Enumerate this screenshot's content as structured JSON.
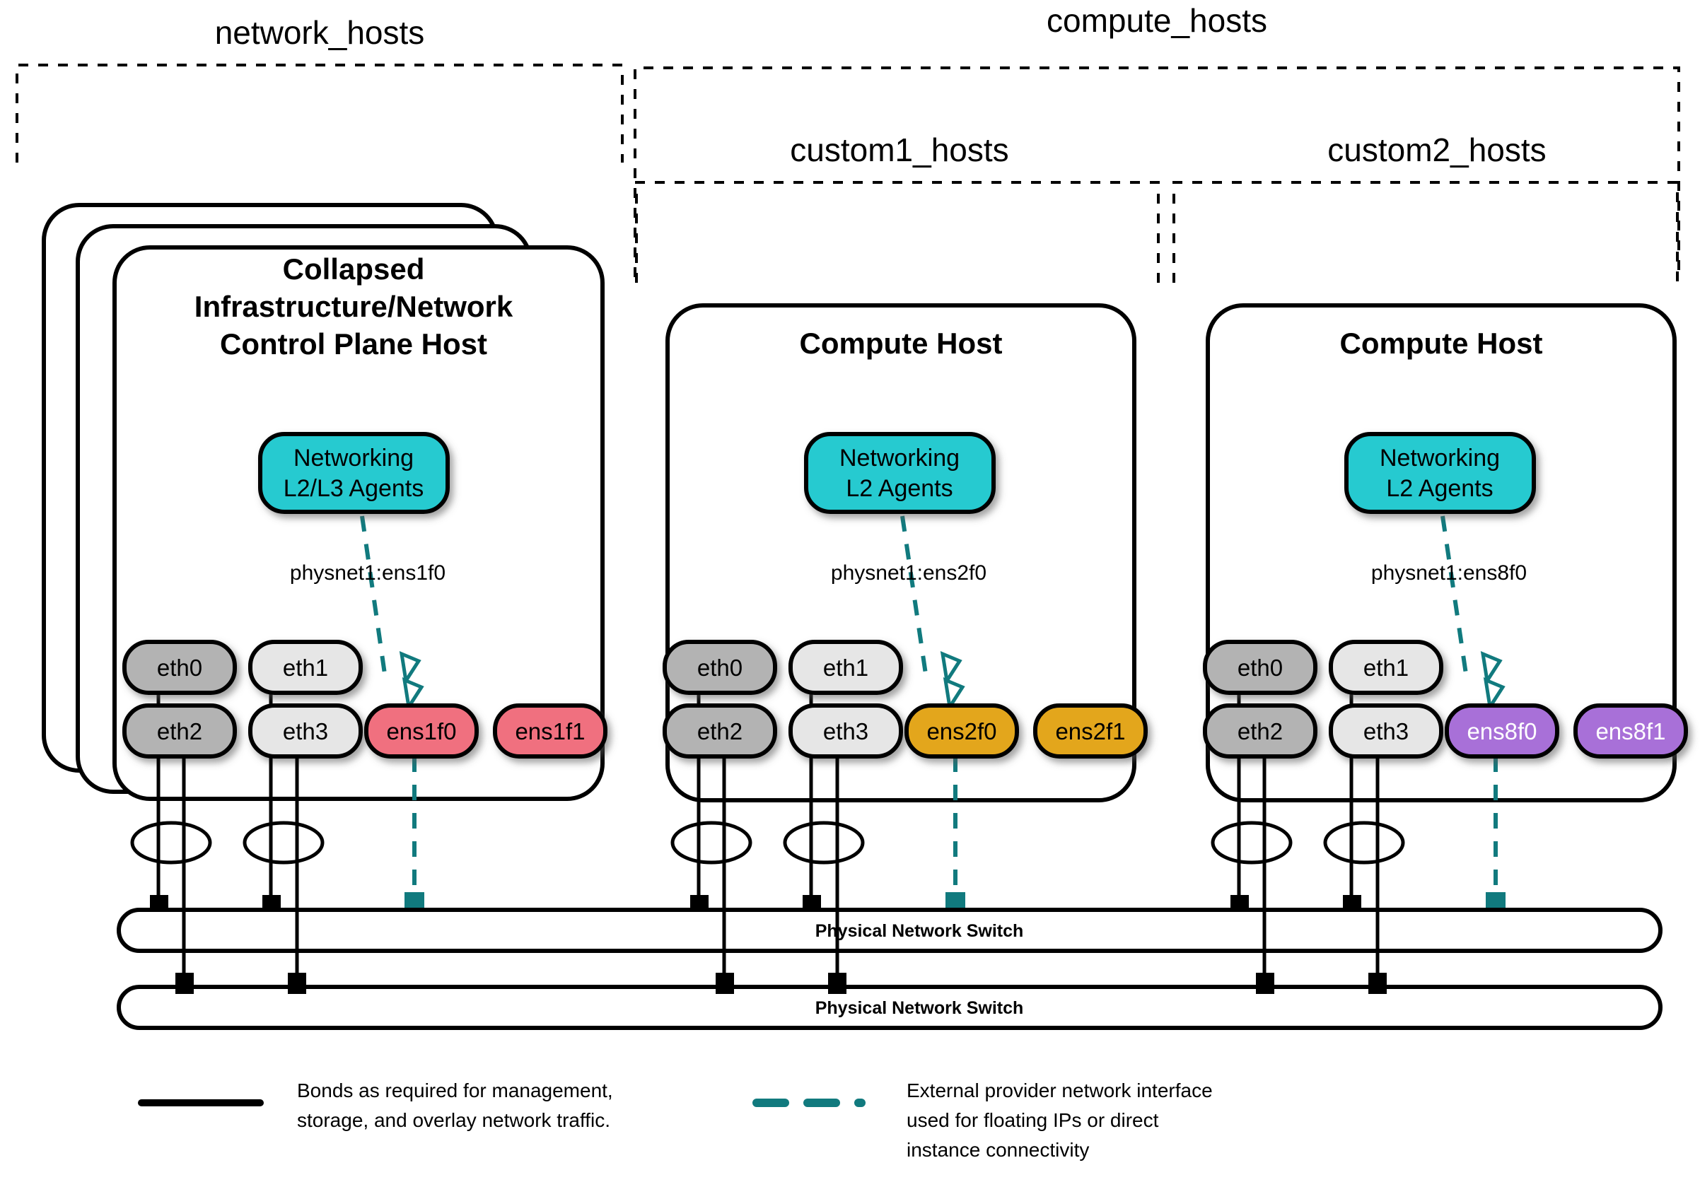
{
  "diagram": {
    "title_note": "OpenStack network host NIC layout diagram",
    "groups": [
      {
        "key": "network_hosts",
        "label": "network_hosts"
      },
      {
        "key": "compute_hosts",
        "label": "compute_hosts"
      },
      {
        "key": "custom1_hosts",
        "label": "custom1_hosts"
      },
      {
        "key": "custom2_hosts",
        "label": "custom2_hosts"
      }
    ],
    "hosts": [
      {
        "id": "control",
        "title_lines": [
          "Collapsed",
          "Infrastructure/Network",
          "Control Plane Host"
        ],
        "stacked": true,
        "agent": {
          "lines": [
            "Networking",
            "L2/L3 Agents"
          ],
          "color": "#25CAD0"
        },
        "physnet": "physnet1:ens1f0",
        "nics_top": [
          {
            "name": "eth0",
            "color": "#B3B3B3",
            "text": "#000000"
          },
          {
            "name": "eth1",
            "color": "#E6E6E6",
            "text": "#000000"
          }
        ],
        "nics_bottom": [
          {
            "name": "eth2",
            "color": "#B3B3B3",
            "text": "#000000"
          },
          {
            "name": "eth3",
            "color": "#E6E6E6",
            "text": "#000000"
          },
          {
            "name": "ens1f0",
            "color": "#F0707F",
            "text": "#000000"
          },
          {
            "name": "ens1f1",
            "color": "#F0707F",
            "text": "#000000"
          }
        ]
      },
      {
        "id": "compute1",
        "title_lines": [
          "Compute Host"
        ],
        "stacked": false,
        "agent": {
          "lines": [
            "Networking",
            "L2 Agents"
          ],
          "color": "#25CAD0"
        },
        "physnet": "physnet1:ens2f0",
        "nics_top": [
          {
            "name": "eth0",
            "color": "#B3B3B3",
            "text": "#000000"
          },
          {
            "name": "eth1",
            "color": "#E6E6E6",
            "text": "#000000"
          }
        ],
        "nics_bottom": [
          {
            "name": "eth2",
            "color": "#B3B3B3",
            "text": "#000000"
          },
          {
            "name": "eth3",
            "color": "#E6E6E6",
            "text": "#000000"
          },
          {
            "name": "ens2f0",
            "color": "#E3A61E",
            "text": "#000000"
          },
          {
            "name": "ens2f1",
            "color": "#E3A61E",
            "text": "#000000"
          }
        ]
      },
      {
        "id": "compute2",
        "title_lines": [
          "Compute Host"
        ],
        "stacked": false,
        "agent": {
          "lines": [
            "Networking",
            "L2 Agents"
          ],
          "color": "#25CAD0"
        },
        "physnet": "physnet1:ens8f0",
        "nics_top": [
          {
            "name": "eth0",
            "color": "#B3B3B3",
            "text": "#000000"
          },
          {
            "name": "eth1",
            "color": "#E6E6E6",
            "text": "#000000"
          }
        ],
        "nics_bottom": [
          {
            "name": "eth2",
            "color": "#B3B3B3",
            "text": "#000000"
          },
          {
            "name": "eth3",
            "color": "#E6E6E6",
            "text": "#000000"
          },
          {
            "name": "ens8f0",
            "color": "#A86FD8",
            "text": "#ffffff"
          },
          {
            "name": "ens8f1",
            "color": "#A86FD8",
            "text": "#ffffff"
          }
        ]
      }
    ],
    "switches": [
      {
        "id": "switch-top",
        "label": "Physical Network Switch"
      },
      {
        "id": "switch-bottom",
        "label": "Physical Network Switch"
      }
    ],
    "legend": [
      {
        "id": "bonds",
        "style": "solid-black",
        "lines": [
          "Bonds as required for management,",
          "storage, and overlay network traffic."
        ]
      },
      {
        "id": "external-provider",
        "style": "dashed-teal",
        "lines": [
          "External provider network interface",
          "used for floating IPs or direct",
          "instance connectivity"
        ]
      }
    ],
    "colors": {
      "accent_teal": "#117A7E",
      "agent_cyan": "#25CAD0",
      "nic_gray_dark": "#B3B3B3",
      "nic_gray_light": "#E6E6E6",
      "nic_pink": "#F0707F",
      "nic_gold": "#E3A61E",
      "nic_purple": "#A86FD8",
      "stroke_black": "#000000"
    }
  }
}
